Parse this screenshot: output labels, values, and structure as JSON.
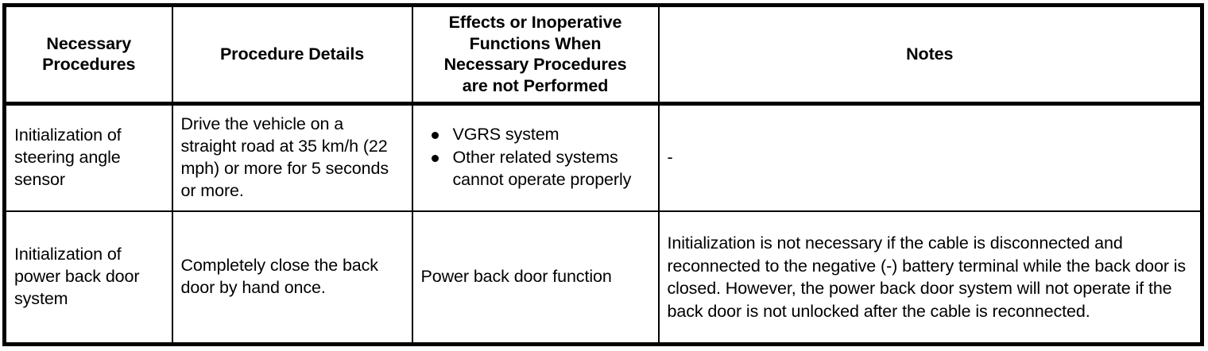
{
  "table": {
    "name": "necessary-procedures-table",
    "columns": [
      {
        "key": "procedures",
        "header": "Necessary\nProcedures"
      },
      {
        "key": "details",
        "header": "Procedure Details"
      },
      {
        "key": "effects",
        "header": "Effects or Inoperative\nFunctions When\nNecessary Procedures\nare not Performed"
      },
      {
        "key": "notes",
        "header": "Notes"
      }
    ],
    "rows": [
      {
        "id": "steering-angle-sensor",
        "procedures": "Initialization of steering angle sensor",
        "details": "Drive the vehicle on a straight road at 35 km/h (22 mph) or more for 5 seconds or more.",
        "effects_bullets": [
          "VGRS system",
          "Other related systems cannot operate properly"
        ],
        "notes": "-"
      },
      {
        "id": "power-back-door-system",
        "procedures": "Initialization of power back door system",
        "details": "Completely close the back door by hand once.",
        "effects": "Power back door function",
        "notes": "Initialization is not necessary if the cable is disconnected and reconnected to the negative (-) battery terminal while the back door is closed. However, the power back door system will not operate if the back door is not unlocked after the cable is reconnected."
      }
    ]
  },
  "colors": {
    "border": "#000000",
    "text": "#000000",
    "background": "#ffffff"
  }
}
